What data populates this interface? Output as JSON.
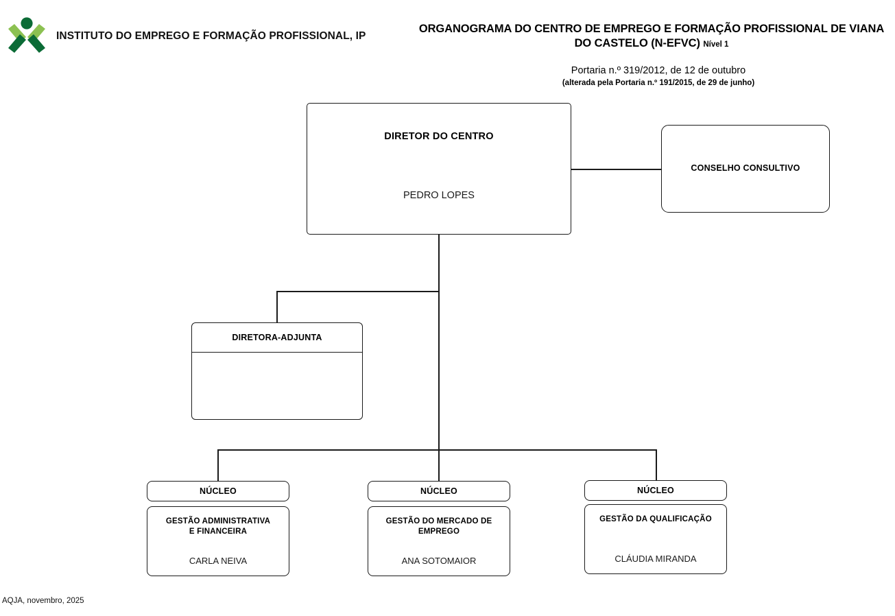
{
  "brand": {
    "logo_icon": "ief-people-x-logo",
    "name": "INSTITUTO DO EMPREGO E FORMAÇÃO PROFISSIONAL, IP",
    "colors": {
      "light_green": "#8cc152",
      "dark_green": "#0b6b36"
    }
  },
  "header": {
    "title_line1": "ORGANOGRAMA DO  CENTRO DE EMPREGO E FORMAÇÃO PROFISSIONAL DE",
    "title_line2": "VIANA DO CASTELO (N-EFVC)",
    "level": "Nível 1",
    "subtitle_main": "Portaria n.º 319/2012, de 12 de outubro",
    "subtitle_sub": "(alterada pela Portaria n.º 191/2015, de 29 de junho)"
  },
  "chart": {
    "director": {
      "title": "DIRETOR DO CENTRO",
      "person": "PEDRO LOPES"
    },
    "advisory": {
      "title": "CONSELHO CONSULTIVO"
    },
    "deputy": {
      "title": "DIRETORA-ADJUNTA",
      "person": ""
    },
    "units": [
      {
        "header": "NÚCLEO",
        "department": "GESTÃO ADMINISTRATIVA\nE FINANCEIRA",
        "person": "CARLA NEIVA"
      },
      {
        "header": "NÚCLEO",
        "department": "GESTÃO DO MERCADO DE EMPREGO",
        "person": "ANA SOTOMAIOR"
      },
      {
        "header": "NÚCLEO",
        "department": "GESTÃO DA QUALIFICAÇÃO",
        "person": "CLÁUDIA MIRANDA"
      }
    ]
  },
  "footer": {
    "text": "AQJA, novembro, 2025"
  }
}
